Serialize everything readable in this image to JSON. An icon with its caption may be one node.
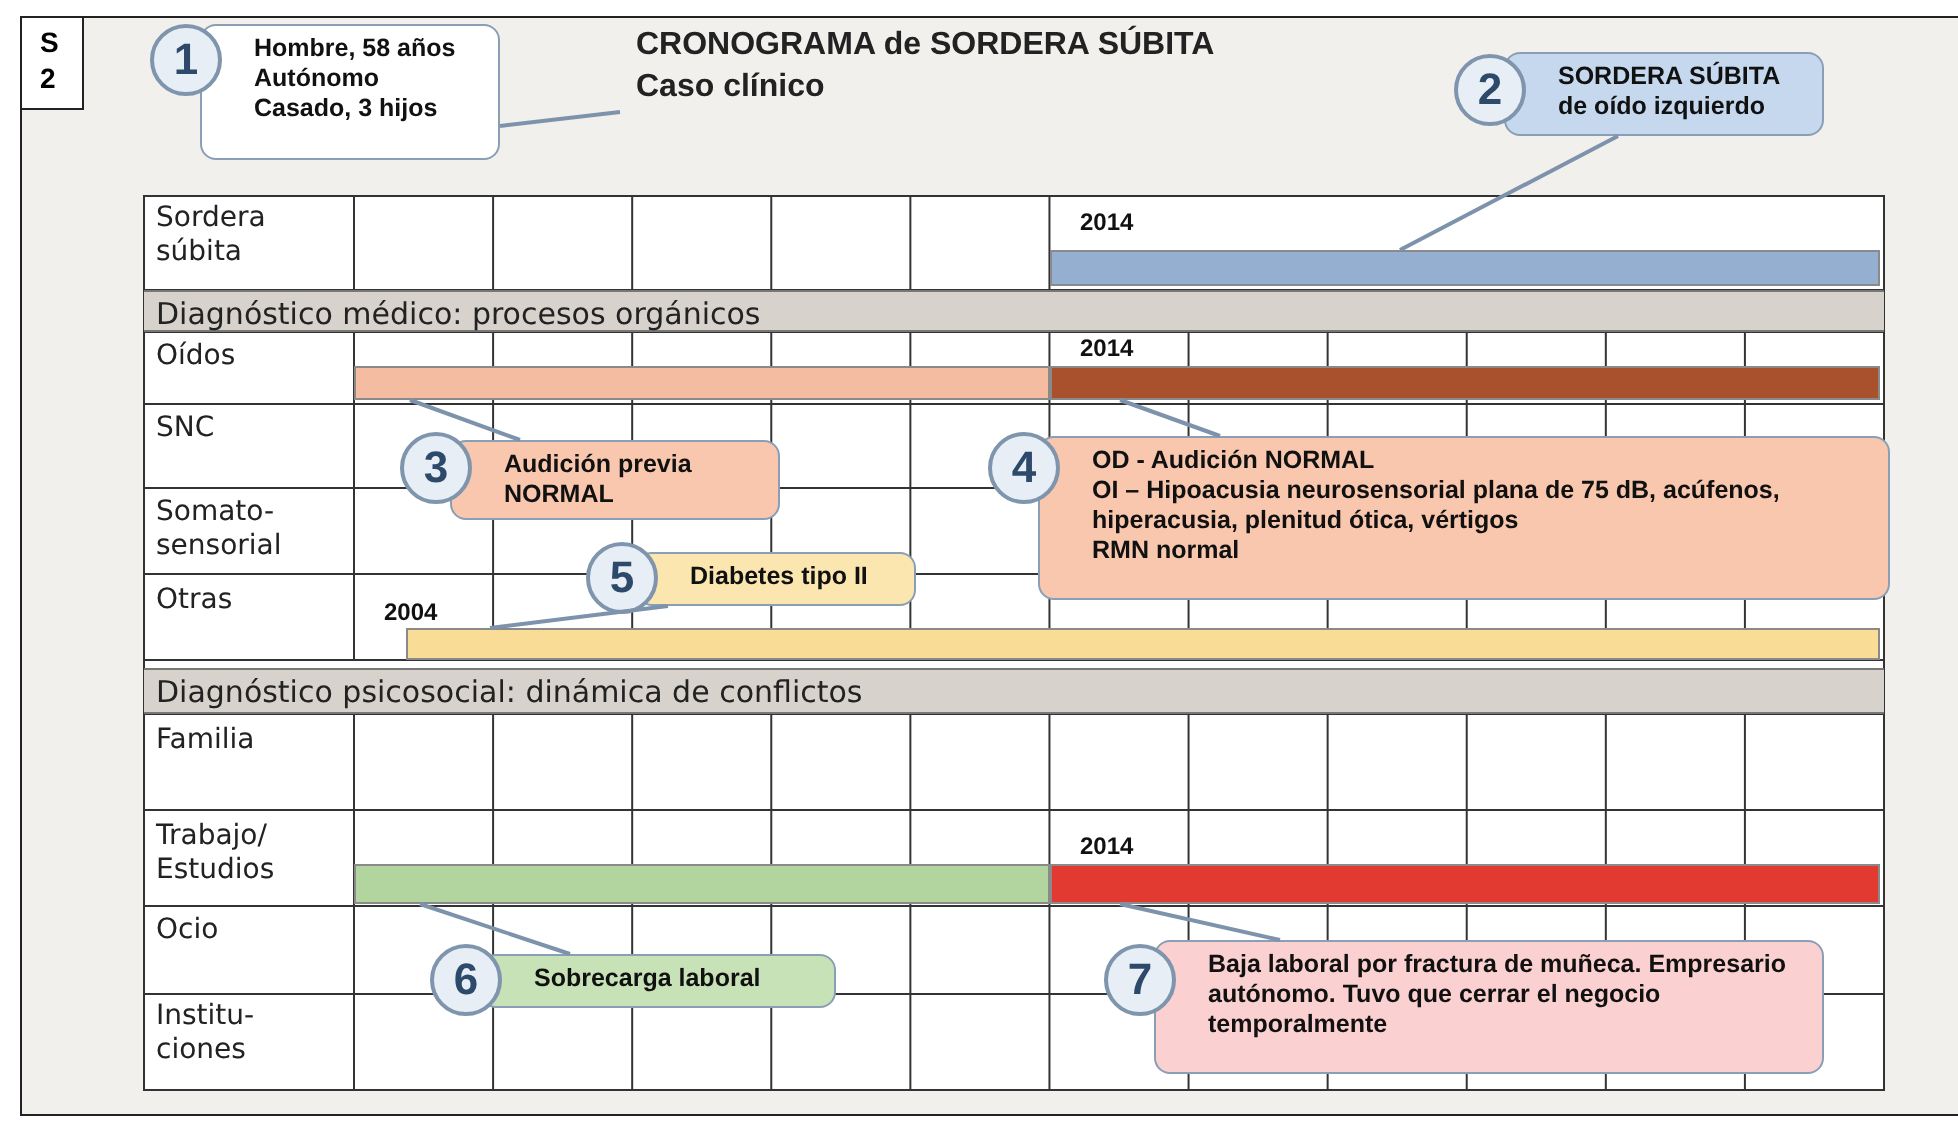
{
  "diagram": {
    "title": "CRONOGRAMA de SORDERA SÚBITA",
    "nodes": [
      {
        "text": [
          "S 2"
        ]
      },
      {
        "text": [
          "1",
          "Hombre, 58 años",
          "Autónomo",
          "Casado, 3 hijos"
        ]
      },
      {
        "text": [
          "2",
          "SORDERA SÚBITA de oído izquierdo"
        ]
      },
      {
        "text": [],
        "shape": "bar",
        "beside": [
          "2014"
        ]
      },
      {
        "text": [],
        "shape": "bar"
      },
      {
        "text": [],
        "shape": "bar",
        "beside": [
          "2014"
        ]
      },
      {
        "text": [
          "3",
          "Audición previa NORMAL"
        ]
      },
      {
        "text": [
          "4",
          "OD - Audición NORMAL",
          "OI – Hipoacusia neurosensorial plana de 75 dB, acúfenos, hiperacusia, plenitud ótica, vértigos",
          "RMN normal"
        ]
      },
      {
        "text": [
          "5",
          "Diabetes tipo II"
        ]
      },
      {
        "text": [],
        "shape": "bar",
        "beside": [
          "2004"
        ]
      },
      {
        "text": [],
        "shape": "bar"
      },
      {
        "text": [],
        "shape": "bar",
        "beside": [
          "2014"
        ]
      },
      {
        "text": [
          "6",
          "Sobrecarga laboral"
        ]
      },
      {
        "text": [
          "7",
          "Baja laboral por fractura de muñeca. Empresario autónomo. Tuvo que cerrar el negocio temporalmente"
        ]
      }
    ],
    "edges": [
      {
        "from": 1,
        "to": null,
        "arrow": "none"
      },
      {
        "from": 2,
        "to": 3,
        "arrow": "none"
      },
      {
        "from": 6,
        "to": 4,
        "arrow": "none"
      },
      {
        "from": 7,
        "to": 5,
        "arrow": "none"
      },
      {
        "from": 8,
        "to": 9,
        "arrow": "none"
      },
      {
        "from": 12,
        "to": 10,
        "arrow": "none"
      },
      {
        "from": 13,
        "to": 11,
        "arrow": "none"
      }
    ],
    "labels": [
      "Caso clínico",
      "Sordera súbita",
      "Diagnóstico médico: procesos orgánicos",
      "Oídos",
      "SNC",
      "Somato-sensorial",
      "Otras",
      "Diagnóstico psicosocial: dinámica de conflictos",
      "Familia",
      "Trabajo/ Estudios",
      "Ocio",
      "Institu-ciones"
    ]
  }
}
